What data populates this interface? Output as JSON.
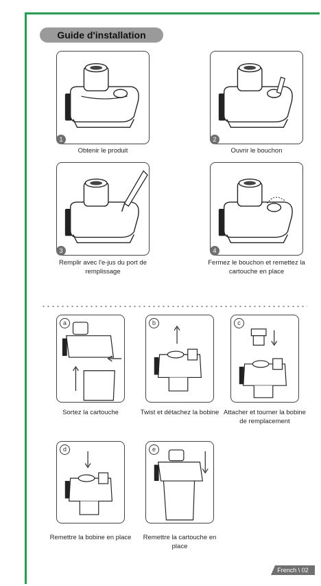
{
  "title": "Guide d'installation",
  "steps": [
    {
      "num": "1",
      "caption": "Obtenir le produit"
    },
    {
      "num": "2",
      "caption": "Ouvrir le bouchon"
    },
    {
      "num": "3",
      "caption": "Remplir avec l'e-jus du port de remplissage"
    },
    {
      "num": "4",
      "caption": "Fermez le bouchon et remettez la cartouche en place"
    }
  ],
  "coil_steps": [
    {
      "letter": "a",
      "caption": "Sortez la cartouche"
    },
    {
      "letter": "b",
      "caption": "Twist et détachez la bobine"
    },
    {
      "letter": "c",
      "caption": "Attacher et tourner la bobine de remplacement"
    },
    {
      "letter": "d",
      "caption": "Remettre la bobine en place"
    },
    {
      "letter": "e",
      "caption": "Remettre la cartouche en place"
    }
  ],
  "footer": "French \\ 02",
  "colors": {
    "accent_border": "#1aa64a",
    "pill": "#9a9a9a",
    "badge": "#6f6f6f"
  }
}
